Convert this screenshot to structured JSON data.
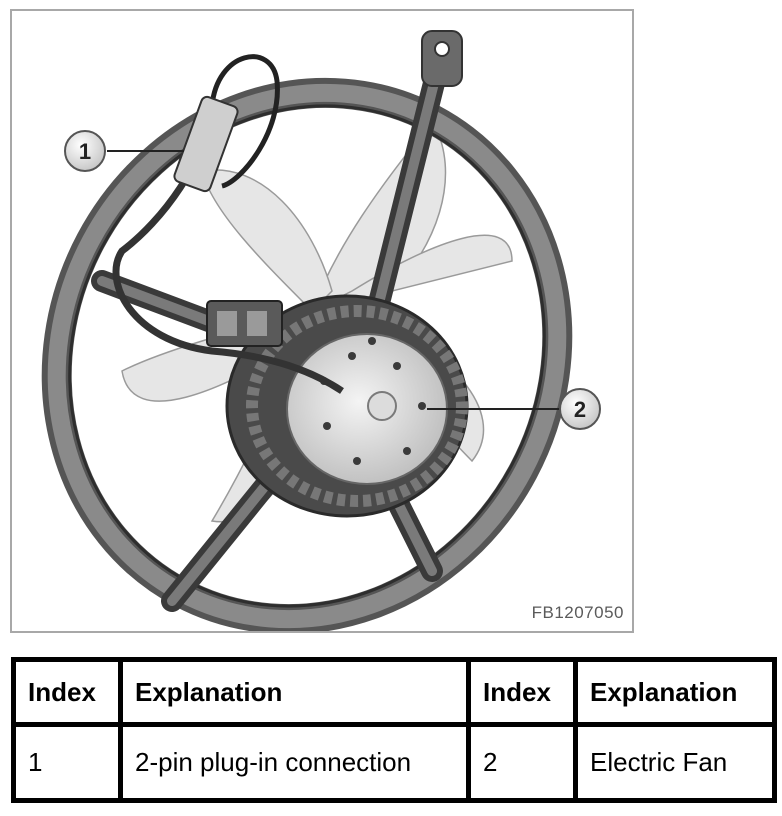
{
  "figure": {
    "code": "FB1207050",
    "callouts": [
      "1",
      "2"
    ]
  },
  "legend": {
    "headers": [
      "Index",
      "Explanation",
      "Index",
      "Explanation"
    ],
    "rows": [
      [
        "1",
        "2-pin plug-in connection",
        "2",
        "Electric Fan"
      ]
    ]
  }
}
